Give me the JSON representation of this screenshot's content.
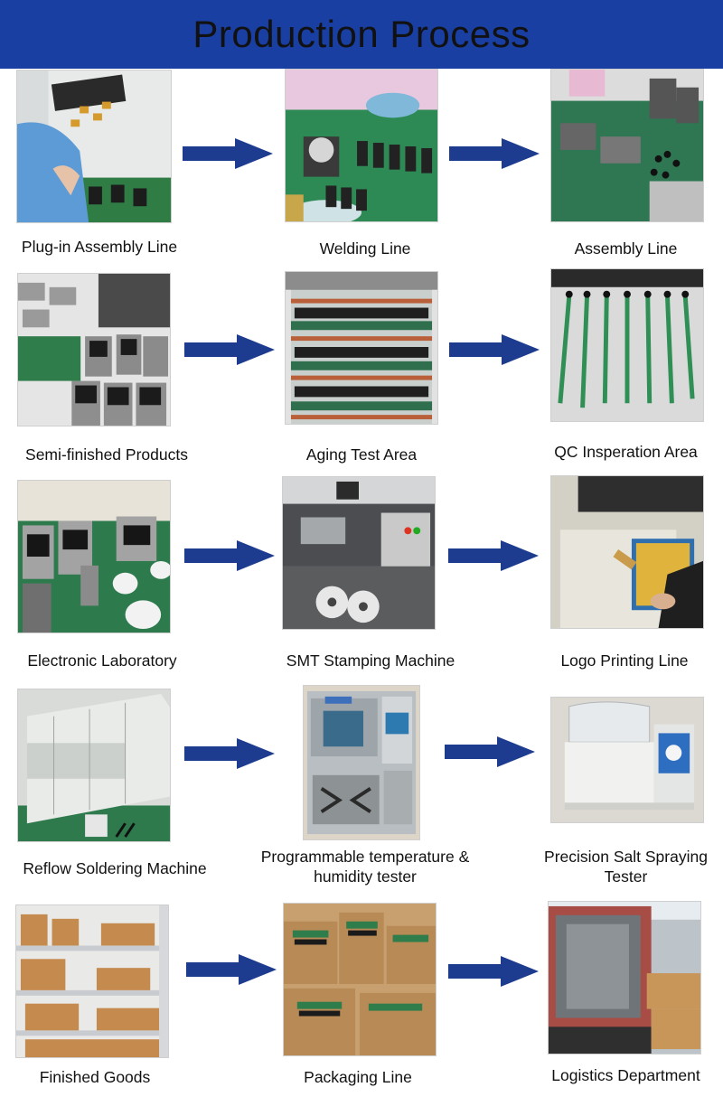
{
  "header": {
    "title": "Production Process",
    "background": "#1a3fa3",
    "text_color": "#111111"
  },
  "arrow_color": "#1e3c8f",
  "steps": [
    {
      "caption": "Plug-in Assembly Line",
      "scene": "workers-pcb"
    },
    {
      "caption": "Welding Line",
      "scene": "soldering-station"
    },
    {
      "caption": "Assembly Line",
      "scene": "assembly-table"
    },
    {
      "caption": "Semi-finished Products",
      "scene": "lock-panels"
    },
    {
      "caption": "Aging Test Area",
      "scene": "test-shelves"
    },
    {
      "caption": "QC Insperation Area",
      "scene": "pcb-strips"
    },
    {
      "caption": "Electronic Laboratory",
      "scene": "lab-devices"
    },
    {
      "caption": "SMT Stamping Machine",
      "scene": "smt-machine"
    },
    {
      "caption": "Logo Printing Line",
      "scene": "screen-printing"
    },
    {
      "caption": "Reflow Soldering Machine",
      "scene": "reflow-oven"
    },
    {
      "caption": "Programmable temperature & humidity tester",
      "scene": "climate-chamber"
    },
    {
      "caption": "Precision Salt Spraying Tester",
      "scene": "salt-spray-tester"
    },
    {
      "caption": "Finished Goods",
      "scene": "warehouse-shelves"
    },
    {
      "caption": "Packaging Line",
      "scene": "cartons"
    },
    {
      "caption": "Logistics Department",
      "scene": "container-truck"
    }
  ]
}
